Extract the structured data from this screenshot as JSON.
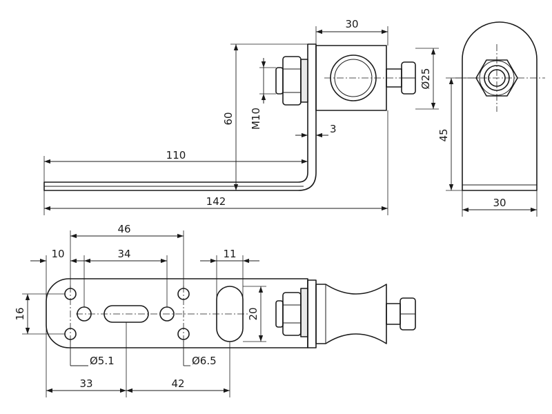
{
  "dimensions": {
    "side_top_width": "30",
    "side_diameter": "Ø25",
    "side_thread": "M10",
    "side_height": "60",
    "side_thickness": "3",
    "side_inner_length": "110",
    "side_total_length": "142",
    "end_height": "45",
    "end_width": "30",
    "plan_pitch_outer": "46",
    "plan_slot_span": "34",
    "plan_edge_offset": "10",
    "plan_slot_width": "11",
    "plan_hole_spacing": "16",
    "plan_slot_length": "20",
    "plan_small_hole": "Ø5.1",
    "plan_large_hole": "Ø6.5",
    "plan_first_offset": "33",
    "plan_second_offset": "42"
  },
  "colors": {
    "line": "#1a1a1a",
    "background": "#ffffff",
    "thread_shade": "#e8e8e8"
  }
}
